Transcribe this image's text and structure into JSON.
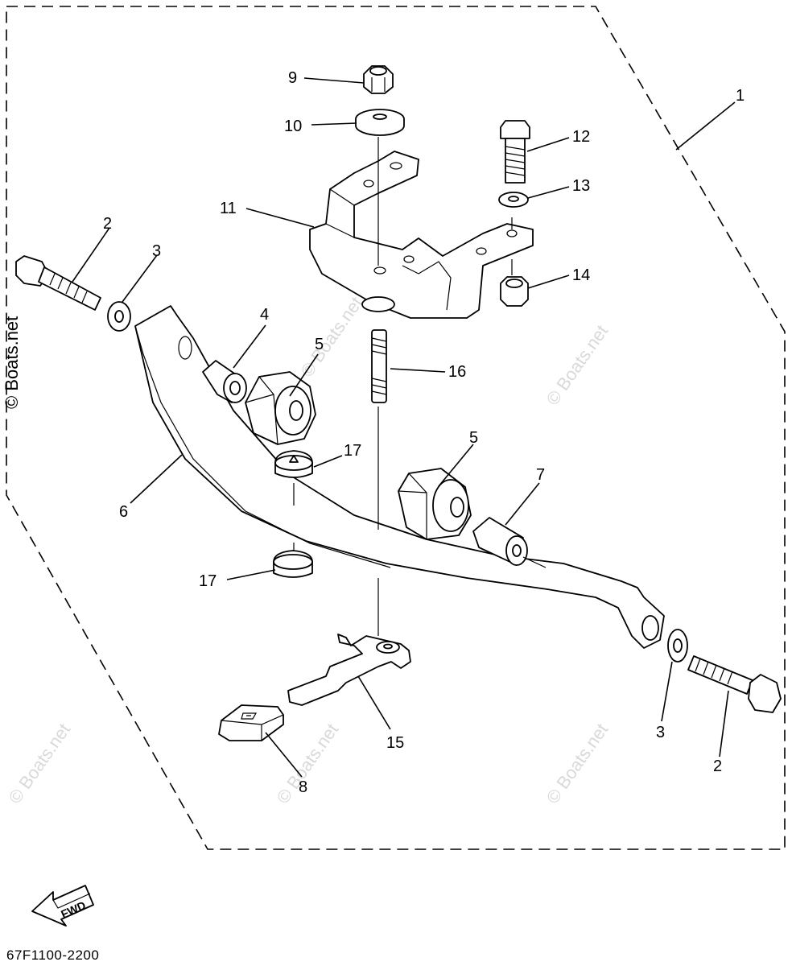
{
  "diagram": {
    "part_code": "67F1100-2200",
    "fwd_label": "FWD",
    "watermark_main": "© Boats.net",
    "watermark_faint": "© Boats.net",
    "callouts": {
      "c1": "1",
      "c2a": "2",
      "c2b": "2",
      "c3a": "3",
      "c3b": "3",
      "c4": "4",
      "c5a": "5",
      "c5b": "5",
      "c6": "6",
      "c7": "7",
      "c8": "8",
      "c9": "9",
      "c10": "10",
      "c11": "11",
      "c12": "12",
      "c13": "13",
      "c14": "14",
      "c15": "15",
      "c16": "16",
      "c17a": "17",
      "c17b": "17"
    }
  }
}
